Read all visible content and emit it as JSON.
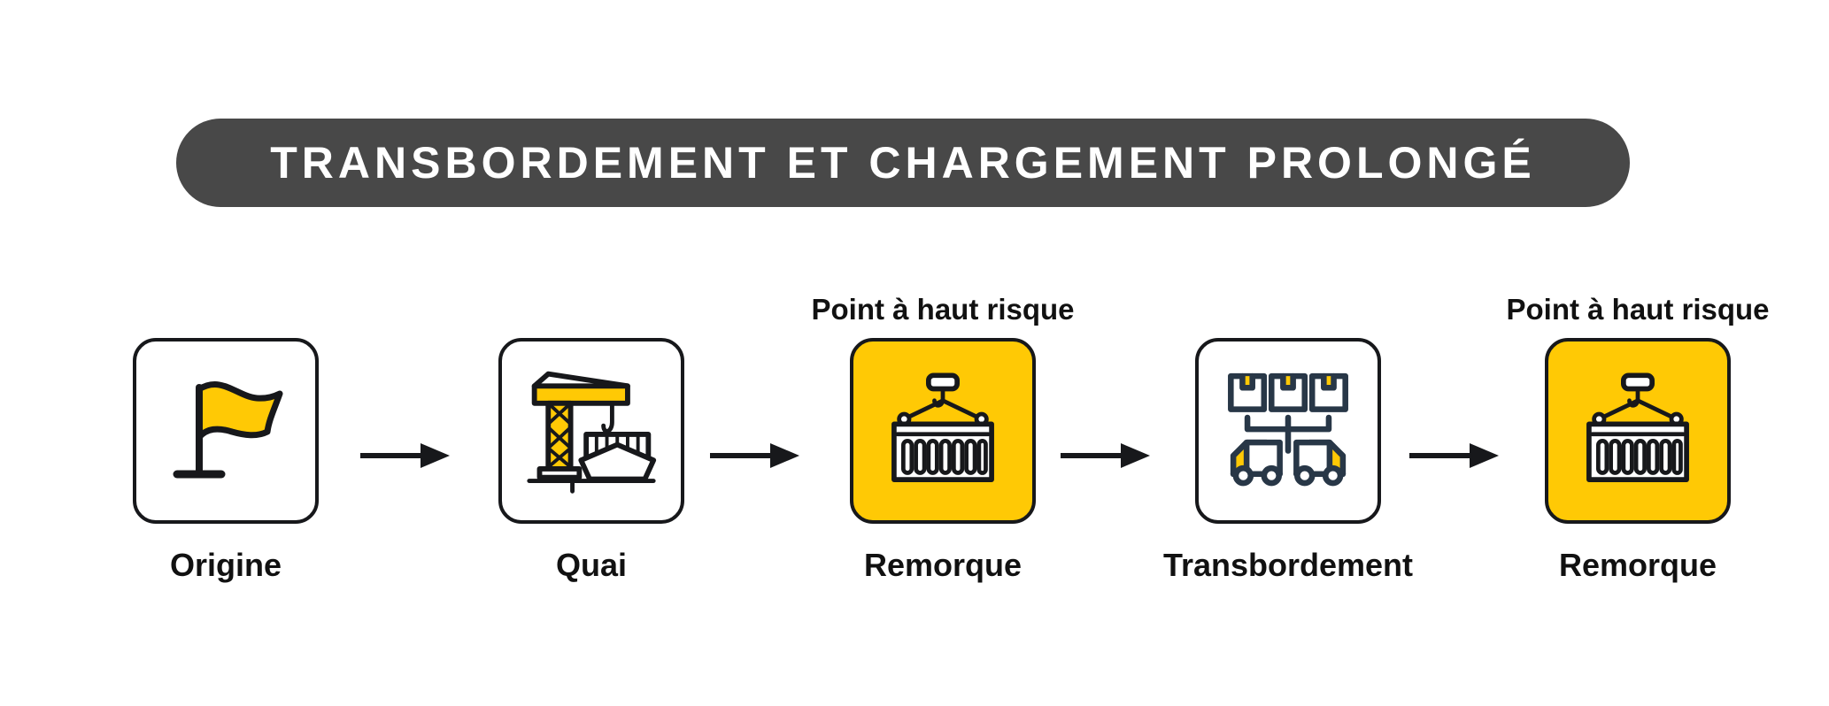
{
  "title": {
    "text": "TRANSBORDEMENT ET CHARGEMENT PROLONGÉ",
    "background_color": "#484848",
    "text_color": "#ffffff"
  },
  "theme": {
    "accent_yellow": "#FFC905",
    "ink": "#17181b",
    "navy": "#283747",
    "page_background": "#ffffff"
  },
  "flow": {
    "risk_label": "Point à haut risque",
    "steps": [
      {
        "label": "Origine",
        "icon": "flag-icon",
        "highlighted": false,
        "risk": false,
        "risk_label": ""
      },
      {
        "label": "Quai",
        "icon": "port-crane-ship-icon",
        "highlighted": false,
        "risk": false,
        "risk_label": ""
      },
      {
        "label": "Remorque",
        "icon": "hanging-container-icon",
        "highlighted": true,
        "risk": true,
        "risk_label": "Point à haut risque"
      },
      {
        "label": "Transbordement",
        "icon": "cross-dock-boxes-trucks-icon",
        "highlighted": false,
        "risk": false,
        "risk_label": ""
      },
      {
        "label": "Remorque",
        "icon": "hanging-container-icon",
        "highlighted": true,
        "risk": true,
        "risk_label": "Point à haut risque"
      }
    ],
    "arrows": [
      {
        "name": "arrow-origine-to-quai"
      },
      {
        "name": "arrow-quai-to-remorque"
      },
      {
        "name": "arrow-remorque-to-transbordement"
      },
      {
        "name": "arrow-transbordement-to-remorque"
      }
    ]
  }
}
